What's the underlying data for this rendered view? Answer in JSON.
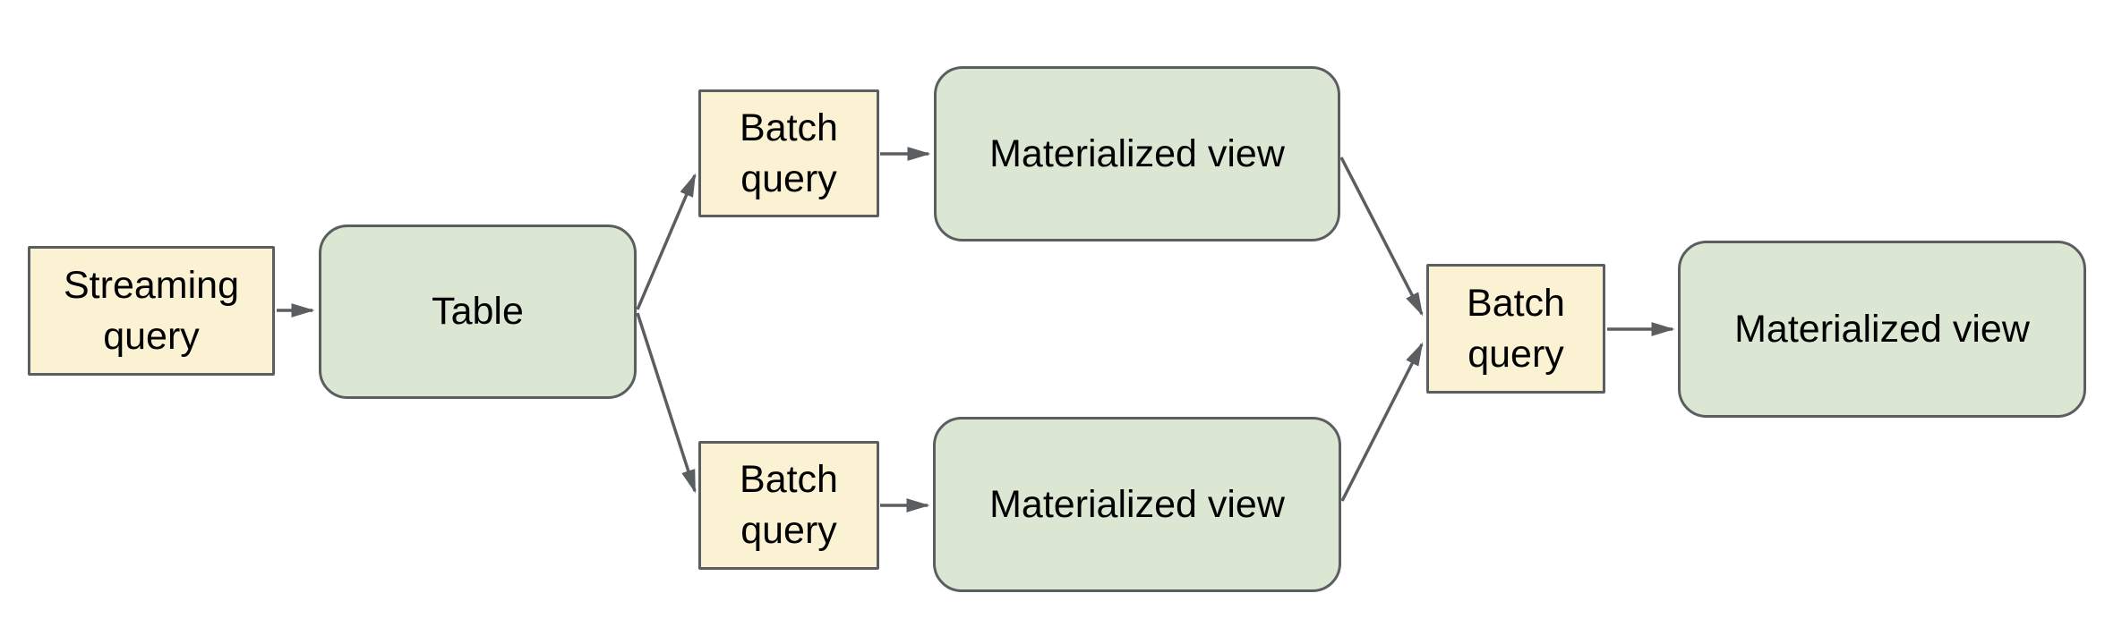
{
  "diagram": {
    "type": "flow-diagram",
    "nodes": [
      {
        "id": "streaming-query",
        "label": "Streaming query",
        "kind": "query"
      },
      {
        "id": "table",
        "label": "Table",
        "kind": "table"
      },
      {
        "id": "batch-query-top",
        "label": "Batch query",
        "kind": "query"
      },
      {
        "id": "materialized-view-top",
        "label": "Materialized view",
        "kind": "view"
      },
      {
        "id": "batch-query-bottom",
        "label": "Batch query",
        "kind": "query"
      },
      {
        "id": "materialized-view-bottom",
        "label": "Materialized view",
        "kind": "view"
      },
      {
        "id": "batch-query-right",
        "label": "Batch query",
        "kind": "query"
      },
      {
        "id": "materialized-view-final",
        "label": "Materialized view",
        "kind": "view"
      }
    ],
    "edges": [
      {
        "from": "streaming-query",
        "to": "table"
      },
      {
        "from": "table",
        "to": "batch-query-top"
      },
      {
        "from": "table",
        "to": "batch-query-bottom"
      },
      {
        "from": "batch-query-top",
        "to": "materialized-view-top"
      },
      {
        "from": "batch-query-bottom",
        "to": "materialized-view-bottom"
      },
      {
        "from": "materialized-view-top",
        "to": "batch-query-right"
      },
      {
        "from": "materialized-view-bottom",
        "to": "batch-query-right"
      },
      {
        "from": "batch-query-right",
        "to": "materialized-view-final"
      }
    ],
    "colors": {
      "query_fill": "#faf2d2",
      "view_fill": "#dbe7d3",
      "border": "#5b5e61",
      "arrow": "#5b5e61",
      "text": "#000000",
      "background": "#ffffff"
    }
  }
}
